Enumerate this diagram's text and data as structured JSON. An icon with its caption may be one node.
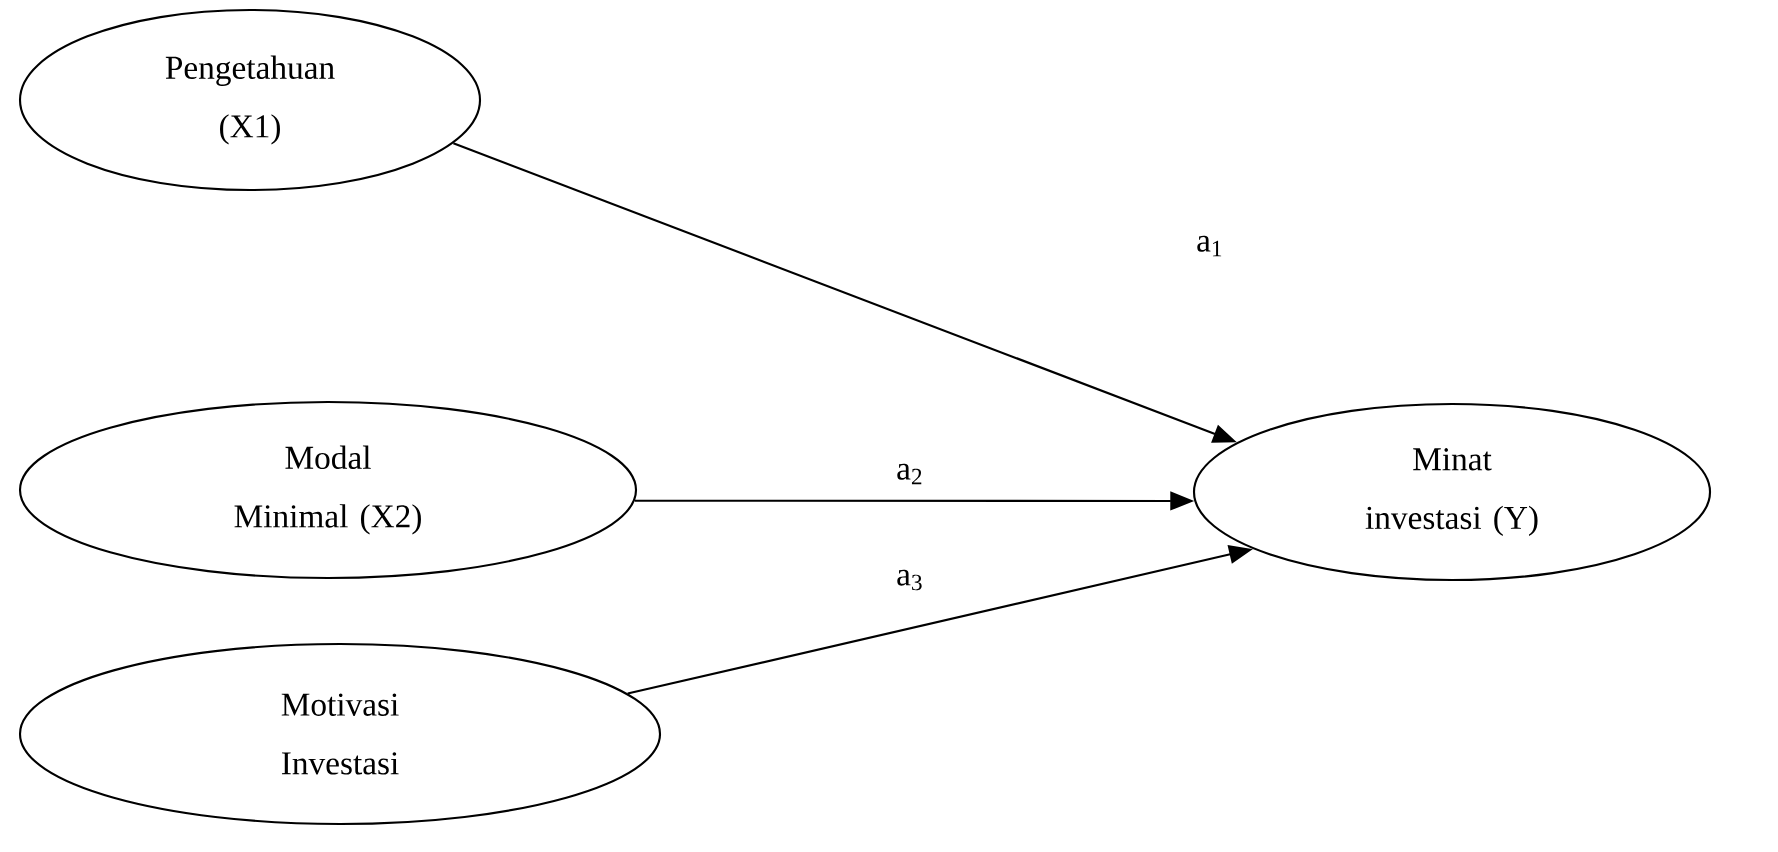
{
  "diagram": {
    "nodes": [
      {
        "text": [
          "Pengetahuan (X1)"
        ]
      },
      {
        "text": [
          "Modal Minimal (X2)"
        ]
      },
      {
        "text": [
          "Motivasi Investasi"
        ]
      },
      {
        "text": [
          "Minat investasi (Y)"
        ]
      }
    ],
    "edges": [
      {
        "from": 0,
        "to": 3,
        "arrow": "to",
        "label": "a$_{1}$"
      },
      {
        "from": 1,
        "to": 3,
        "arrow": "to",
        "label": "a$_{2}$"
      },
      {
        "from": 2,
        "to": 3,
        "arrow": "to",
        "label": "a$_{3}$"
      }
    ]
  }
}
